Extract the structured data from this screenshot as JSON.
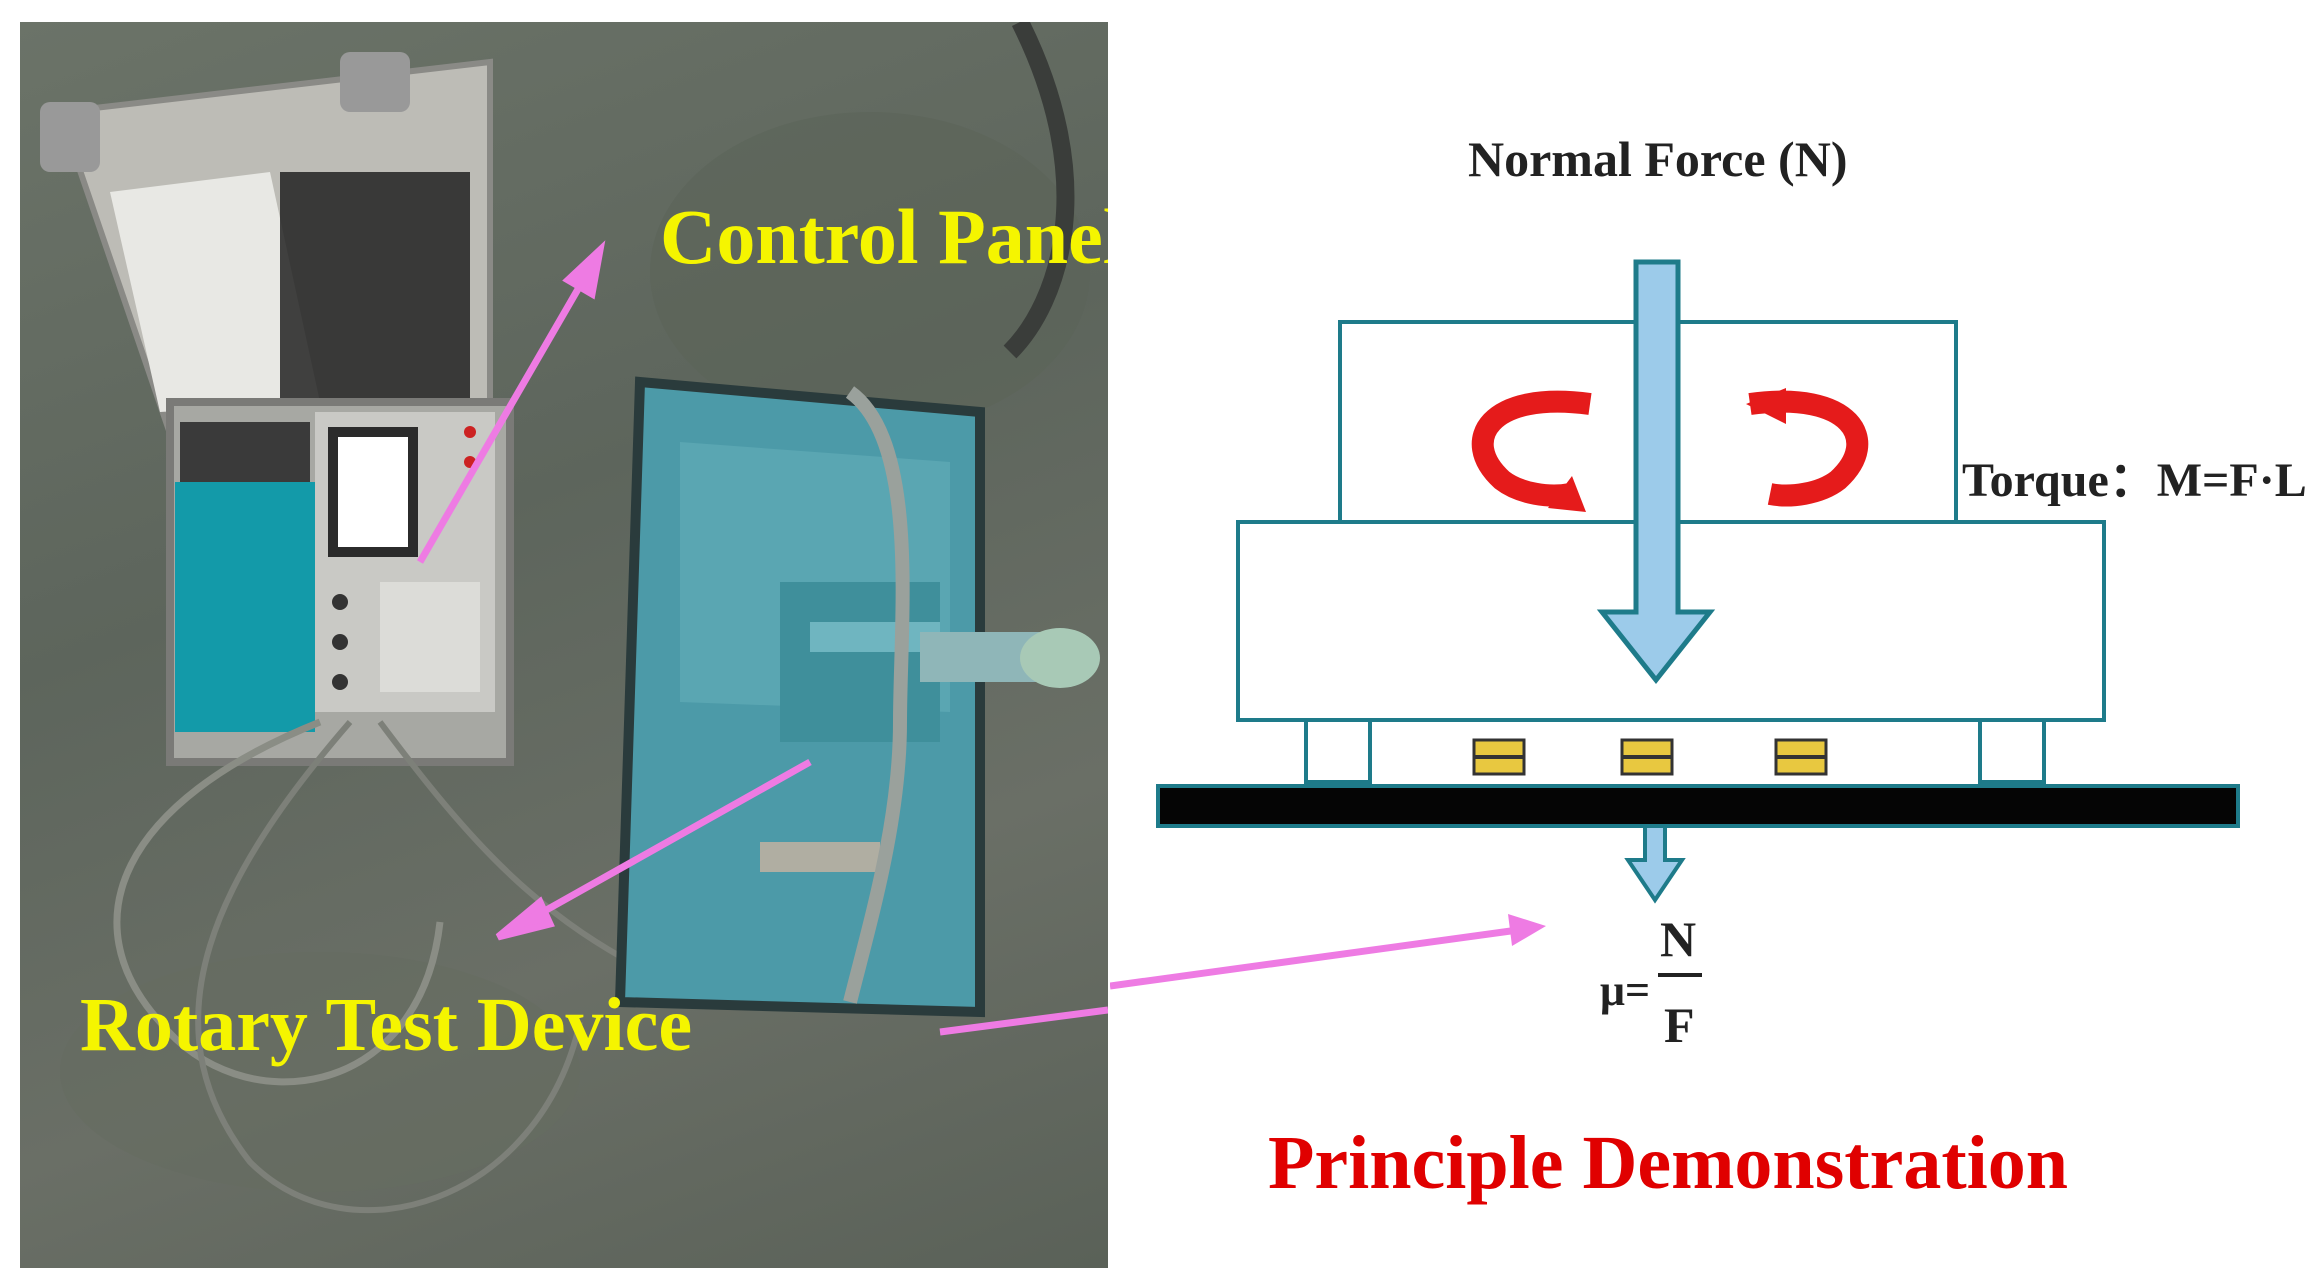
{
  "photo": {
    "control_panel_label": "Control Panel",
    "rotary_device_label": "Rotary Test Device",
    "arrow_color": "#ee7be3",
    "label_color": "#f5f500"
  },
  "diagram": {
    "normal_force_label": "Normal Force (N)",
    "torque_label": "Torque：M=F·L",
    "mu_label": "μ=",
    "mu_numerator": "N",
    "mu_denominator": "F",
    "title": "Principle Demonstration",
    "title_color": "#e00000",
    "force_arrow_color": "#9ccbea",
    "rotation_arrow_color": "#e51b1b",
    "outline_color": "#1e7b8a"
  }
}
